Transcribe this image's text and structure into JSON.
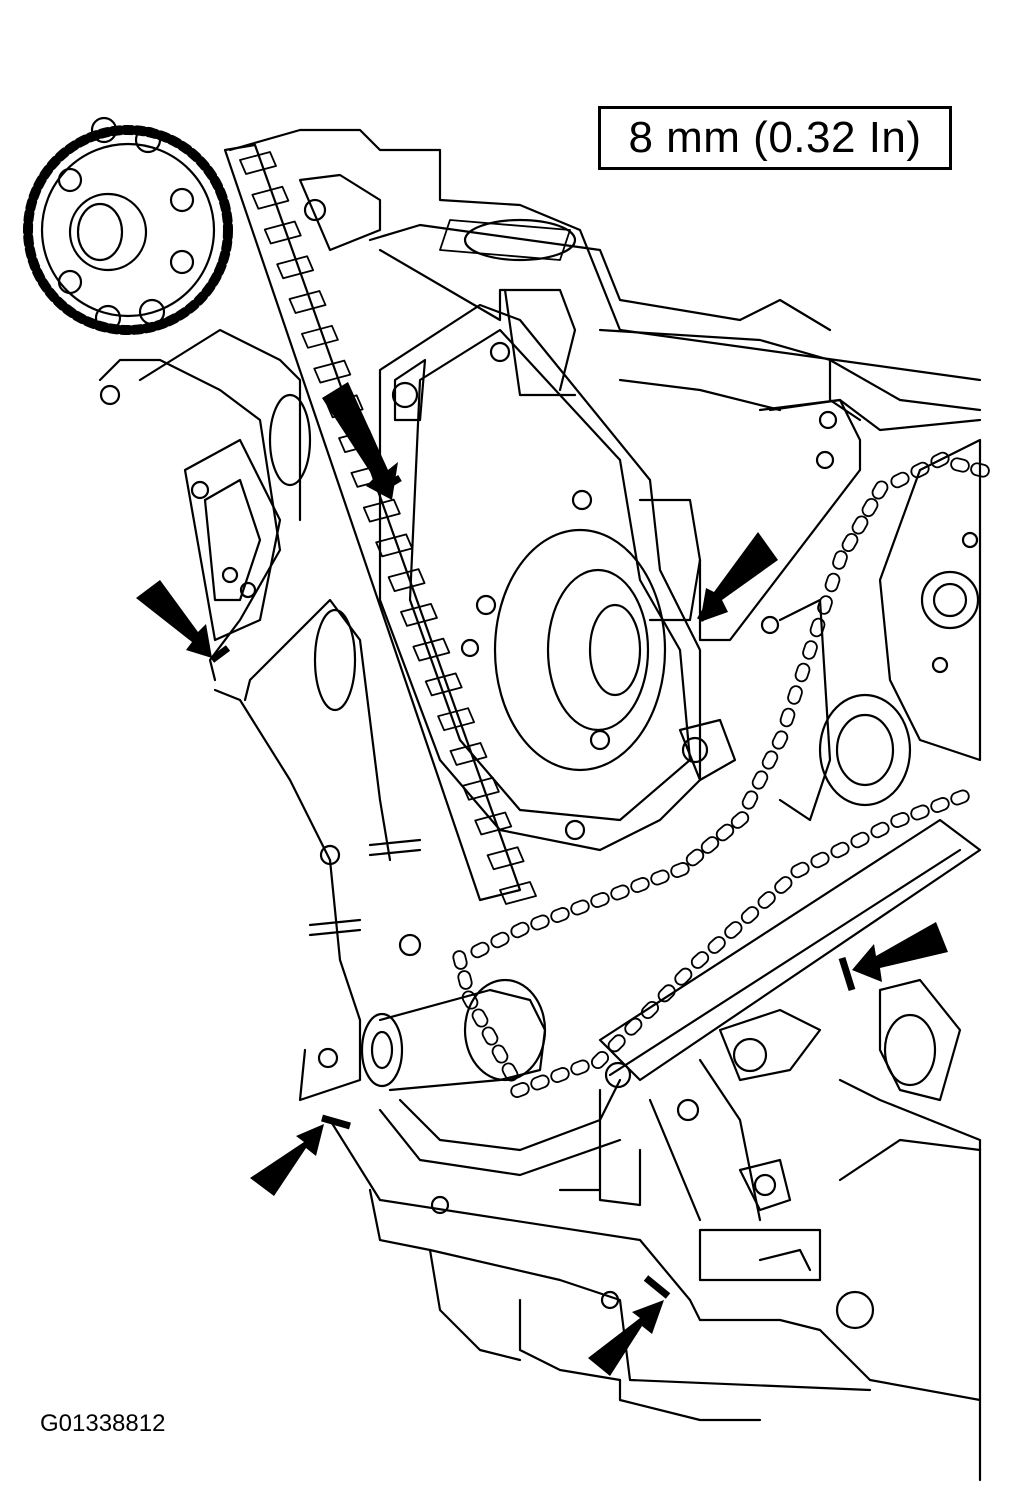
{
  "callout": {
    "text": "8 mm (0.32 In)"
  },
  "figure": {
    "id": "G01338812"
  },
  "colors": {
    "ink": "#000000",
    "paper": "#ffffff"
  },
  "icons": {
    "arrow": "bold-pointer-arrow",
    "sealant": "sealant-bead-mark"
  }
}
